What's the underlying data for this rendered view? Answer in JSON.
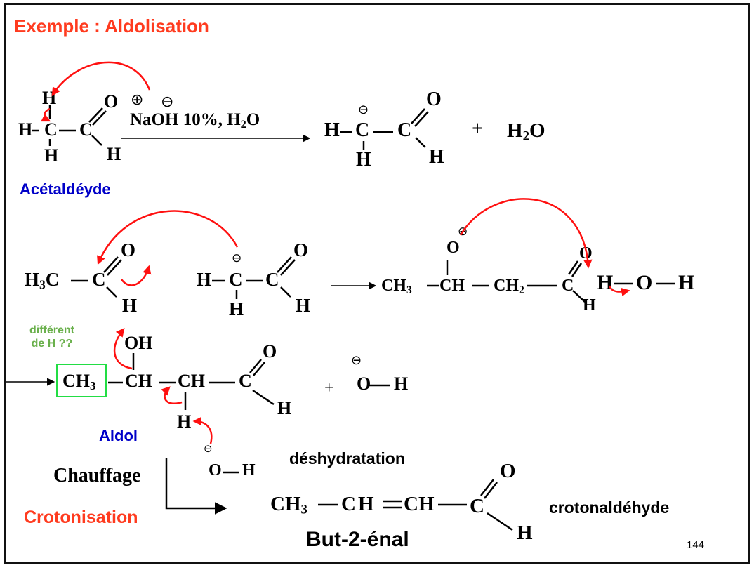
{
  "slide": {
    "title": "Exemple : Aldolisation",
    "page_number": "144",
    "colors": {
      "title": "#ff3b1f",
      "blue_label": "#0000c8",
      "green_note": "#6ab04c",
      "arrow": "#ff0000",
      "box": "#22dd44"
    }
  },
  "step1": {
    "reactant_name": "Acétaldéyde",
    "reagent": "NaOH 10%, H",
    "reagent_sub": "2",
    "reagent_end": "O",
    "charge_plus": "⊕",
    "charge_minus": "⊖",
    "plus": "+",
    "byproduct": "H",
    "byproduct_sub": "2",
    "byproduct_end": "O"
  },
  "atoms": {
    "H": "H",
    "C": "C",
    "O": "O",
    "CH": "CH",
    "CH3": "CH",
    "sub3": "3",
    "CH2": "CH",
    "sub2": "2",
    "OH": "OH",
    "H3C": "H",
    "H3C_end": "C"
  },
  "step3": {
    "note_line1": "différent",
    "note_line2": "de H ??",
    "aldol_label": "Aldol",
    "plus": "+"
  },
  "step4": {
    "heating": "Chauffage",
    "crotonisation": "Crotonisation",
    "dehydration": "déshydratation",
    "product_common_name": "crotonaldéhyde",
    "product_iupac_name": "But-2-énal"
  }
}
